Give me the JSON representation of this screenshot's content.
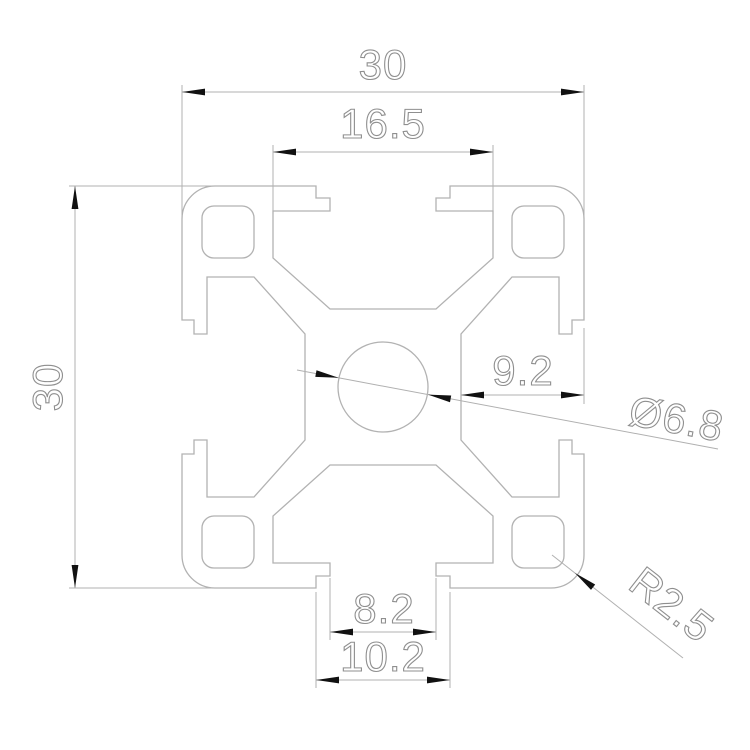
{
  "labels": {
    "overall_width": "30",
    "overall_height": "30",
    "top_cavity_width": "16.5",
    "core_offset": "9.2",
    "center_hole": "Ø6.8",
    "corner_radius": "R2.5",
    "slot_opening": "8.2",
    "slot_recess": "10.2"
  },
  "colors": {
    "profile_line": "#b2b2b2",
    "dimension_line": "#b0b0b0",
    "arrowhead": "#111111",
    "text": "#8f8f8f",
    "background": "#ffffff"
  }
}
